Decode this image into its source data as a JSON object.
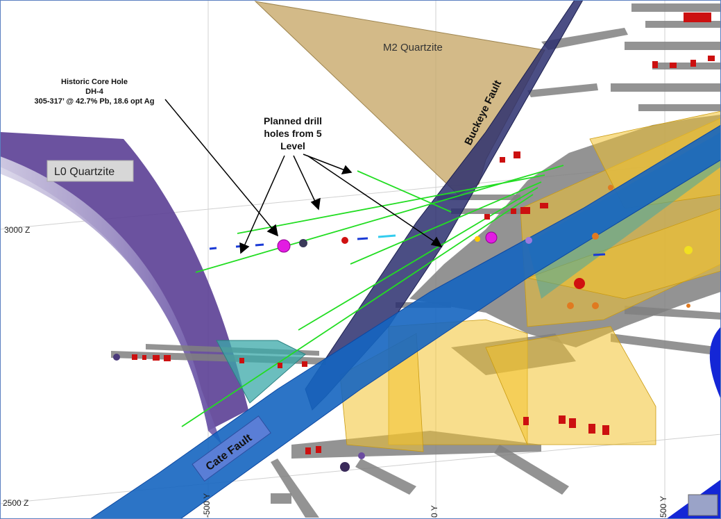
{
  "labels": {
    "m2_quartzite": "M2 Quartzite",
    "l0_quartzite": "L0 Quartzite",
    "buckeye_fault": "Buckeye Fault",
    "cate_fault": "Cate Fault",
    "planned_line1": "Planned drill",
    "planned_line2": "holes from 5",
    "planned_line3": "Level",
    "historic_line1": "Historic Core Hole",
    "historic_line2": "DH-4",
    "historic_line3": "305-317’ @ 42.7% Pb, 18.6 opt Ag"
  },
  "axes": {
    "z_3000": "3000 Z",
    "z_2500": "2500 Z",
    "y_neg500": "-500 Y",
    "y_0": "0 Y",
    "y_500": "500 Y"
  },
  "colors": {
    "m2_quartzite": "#c8a96a",
    "l0_quartzite": "#5b3f95",
    "buckeye_fault": "#2b2f6e",
    "cate_fault": "#1565c0",
    "ore_zone": "#f2c230",
    "teal_zone": "#3aa8a8",
    "workings": "#7a7a7a",
    "drill_holes": "#22dd22",
    "blue_body": "#1426d6"
  }
}
